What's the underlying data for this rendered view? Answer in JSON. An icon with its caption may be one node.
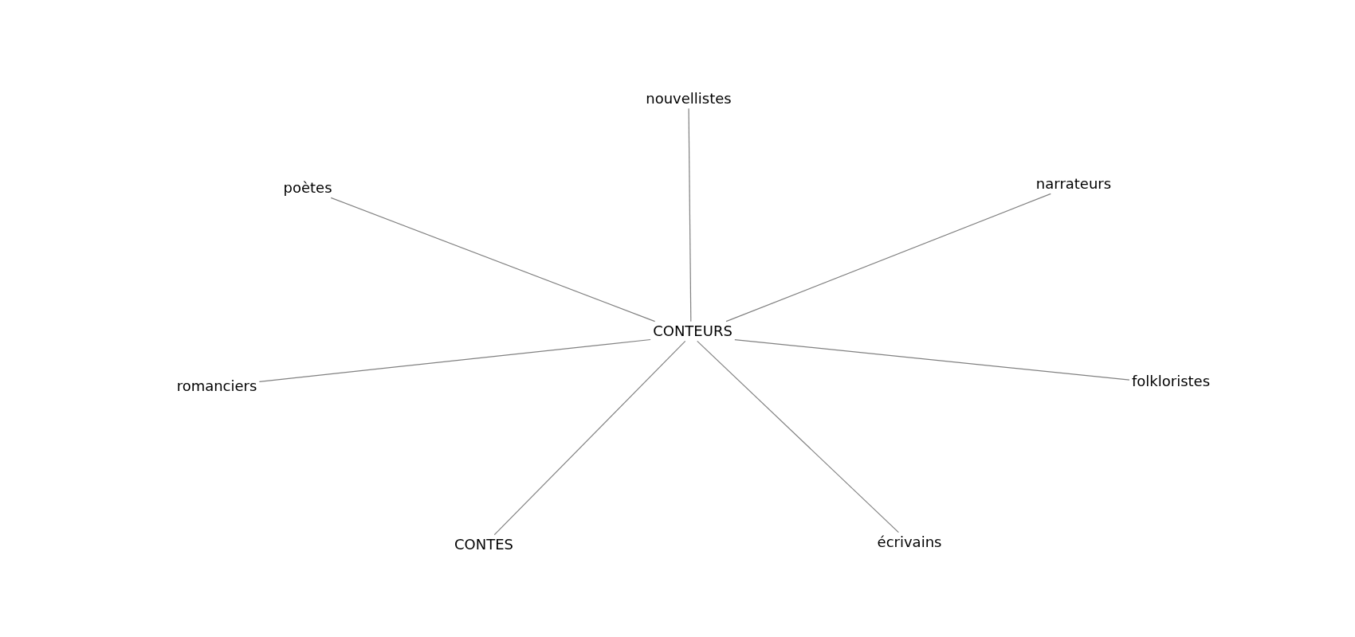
{
  "diagram": {
    "nodes": [
      {
        "text": [
          "nouvellistes"
        ]
      },
      {
        "text": [
          "poètes"
        ]
      },
      {
        "text": [
          "narrateurs"
        ]
      },
      {
        "text": [
          "CONTEURS"
        ]
      },
      {
        "text": [
          "romanciers"
        ]
      },
      {
        "text": [
          "folkloristes"
        ]
      },
      {
        "text": [
          "CONTES"
        ]
      },
      {
        "text": [
          "écrivains"
        ]
      }
    ],
    "edges": [
      {
        "from": 3,
        "to": 0,
        "arrow": "none"
      },
      {
        "from": 3,
        "to": 1,
        "arrow": "none"
      },
      {
        "from": 3,
        "to": 2,
        "arrow": "none"
      },
      {
        "from": 3,
        "to": 4,
        "arrow": "none"
      },
      {
        "from": 3,
        "to": 5,
        "arrow": "none"
      },
      {
        "from": 3,
        "to": 6,
        "arrow": "none"
      },
      {
        "from": 3,
        "to": 7,
        "arrow": "none"
      }
    ]
  }
}
